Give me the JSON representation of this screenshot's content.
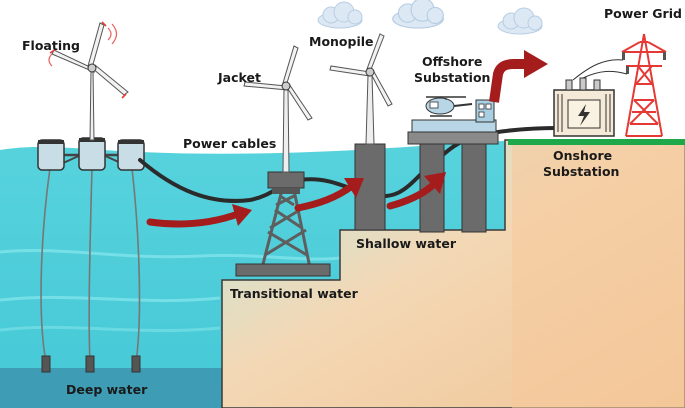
{
  "labels": {
    "floating": "Floating",
    "jacket": "Jacket",
    "monopile": "Monopile",
    "offshore_line1": "Offshore",
    "offshore_line2": "Substation",
    "power_grid": "Power Grid",
    "power_cables": "Power cables",
    "onshore_line1": "Onshore",
    "onshore_line2": "Substation",
    "shallow_water": "Shallow water",
    "transitional_water": "Transitional water",
    "deep_water": "Deep water"
  },
  "colors": {
    "sea": "#4fd0dc",
    "sea_light": "#7fe3ea",
    "deep_sea": "#3e9db4",
    "seabed": "#f3cfa6",
    "land": "#f5c99a",
    "grass": "#1fa84a",
    "arrow_red": "#a51c1c",
    "tower_red": "#e53935",
    "steel": "#6b6b6b",
    "cable": "#2b2b2b"
  },
  "icons": {
    "turbine": "wind-turbine-icon",
    "pylon": "power-pylon-icon",
    "transformer": "transformer-icon",
    "helicopter": "helicopter-icon",
    "cloud": "cloud-icon",
    "arrow": "curved-arrow-icon"
  }
}
